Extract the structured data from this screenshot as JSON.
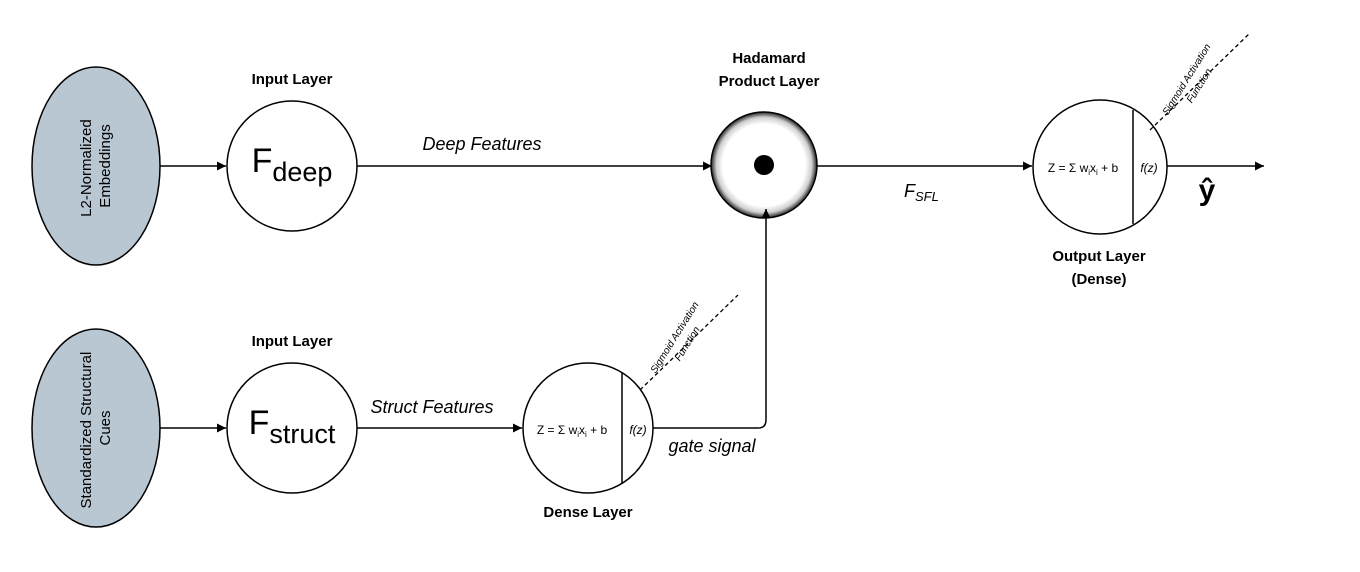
{
  "inputs": {
    "top": {
      "line1": "L2-Normalized",
      "line2": "Embeddings"
    },
    "bottom": {
      "line1": "Standardized Structural",
      "line2": "Cues"
    }
  },
  "input_layer_top": {
    "title": "Input Layer",
    "symbol": "F",
    "subscript": "deep"
  },
  "input_layer_bottom": {
    "title": "Input Layer",
    "symbol": "F",
    "subscript": "struct"
  },
  "edges": {
    "deep_features": "Deep Features",
    "struct_features": "Struct Features",
    "gate_signal": "gate signal",
    "fsfl_symbol": "F",
    "fsfl_subscript": "SFL"
  },
  "hadamard": {
    "title_line1": "Hadamard",
    "title_line2": "Product Layer"
  },
  "dense_layer": {
    "title": "Dense Layer",
    "formula_pre": "Z = Σ w",
    "formula_sub1": "i",
    "formula_mid": "x",
    "formula_sub2": "i",
    "formula_post": " + b",
    "activation": "f(z)",
    "note_line1": "Sigmoid Activation",
    "note_line2": "Function"
  },
  "output_layer": {
    "title_line1": "Output Layer",
    "title_line2": "(Dense)",
    "formula_pre": "Z = Σ w",
    "formula_sub1": "i",
    "formula_mid": "x",
    "formula_sub2": "i",
    "formula_post": " + b",
    "activation": "f(z)",
    "note_line1": "Sigmoid Activation",
    "note_line2": "Function"
  },
  "output": {
    "symbol": "ŷ"
  },
  "colors": {
    "input_fill": "#b9c7d3",
    "stroke": "#000000"
  }
}
